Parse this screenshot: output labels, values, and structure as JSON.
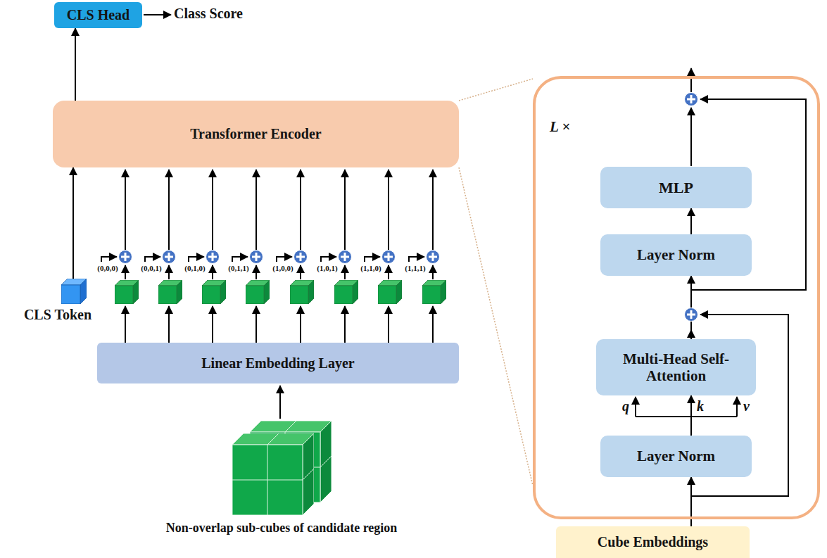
{
  "diagram": {
    "nodes": [
      {
        "text": [
          "CLS Head"
        ]
      },
      {
        "text": [
          "Transformer Encoder"
        ]
      },
      {
        "text": [
          "CLS Token"
        ]
      },
      {
        "text": [
          "Linear Embedding Layer"
        ]
      },
      {
        "text": [
          "L ×"
        ]
      },
      {
        "text": [
          "MLP"
        ],
        "in": 4
      },
      {
        "text": [
          "Layer Norm"
        ],
        "in": 4
      },
      {
        "text": [
          "Multi-Head Self-Attention"
        ],
        "in": 4
      },
      {
        "text": [
          "Layer Norm"
        ],
        "in": 4
      },
      {
        "text": [
          "Cube Embeddings"
        ]
      }
    ],
    "edges": [
      {
        "from": 1,
        "to": 0,
        "arrow": "to"
      },
      {
        "from": 2,
        "to": 1,
        "arrow": "to"
      },
      {
        "from": 9,
        "to": 8,
        "arrow": "to"
      },
      {
        "from": 8,
        "to": 7,
        "arrow": "to"
      },
      {
        "from": 7,
        "to": 6,
        "arrow": "to"
      },
      {
        "from": 6,
        "to": 5,
        "arrow": "to"
      }
    ],
    "labels": [
      "Class Score",
      "(0,0,0)",
      "(0,0,1)",
      "(0,1,0)",
      "(0,1,1)",
      "(1,0,0)",
      "(1,0,1)",
      "(1,1,0)",
      "(1,1,1)",
      "Non-overlap sub-cubes of candidate region",
      "q",
      "k",
      "v"
    ]
  }
}
